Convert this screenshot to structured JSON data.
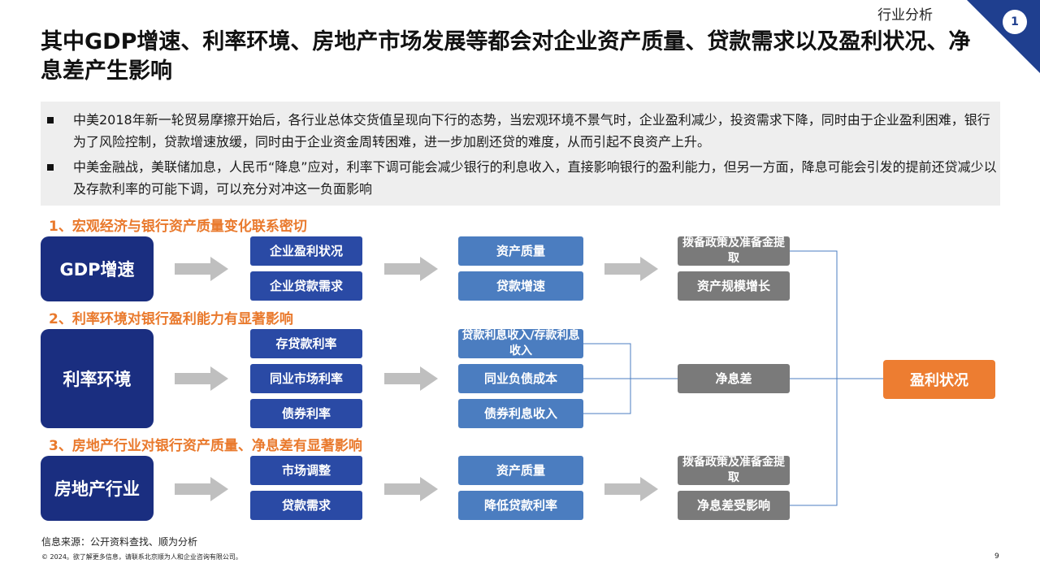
{
  "header": {
    "section": "行业分析",
    "badge": "1"
  },
  "title": "其中GDP增速、利率环境、房地产市场发展等都会对企业资产质量、贷款需求以及盈利状况、净息差产生影响",
  "bullets": [
    "中美2018年新一轮贸易摩擦开始后，各行业总体交货值呈现向下行的态势，当宏观环境不景气时，企业盈利减少，投资需求下降，同时由于企业盈利困难，银行为了风险控制，贷款增速放缓，同时由于企业资金周转困难，进一步加剧还贷的难度，从而引起不良资产上升。",
    "中美金融战，美联储加息，人民币“降息”应对，利率下调可能会减少银行的利息收入，直接影响银行的盈利能力，但另一方面，降息可能会引发的提前还贷减少以及存款利率的可能下调，可以充分对冲这一负面影响"
  ],
  "sections": [
    {
      "heading": "1、宏观经济与银行资产质量变化联系密切",
      "driver": "GDP增速",
      "col1": [
        "企业盈利状况",
        "企业贷款需求"
      ],
      "col2": [
        "资产质量",
        "贷款增速"
      ],
      "col3": [
        "拨备政策及准备金提取",
        "资产规模增长"
      ]
    },
    {
      "heading": "2、利率环境对银行盈利能力有显著影响",
      "driver": "利率环境",
      "col1": [
        "存贷款利率",
        "同业市场利率",
        "债券利率"
      ],
      "col2": [
        "贷款利息收入/存款利息收入",
        "同业负债成本",
        "债券利息收入"
      ],
      "col3": [
        "净息差"
      ]
    },
    {
      "heading": "3、房地产行业对银行资产质量、净息差有显著影响",
      "driver": "房地产行业",
      "col1": [
        "市场调整",
        "贷款需求"
      ],
      "col2": [
        "资产质量",
        "降低贷款利率"
      ],
      "col3": [
        "拨备政策及准备金提取",
        "净息差受影响"
      ]
    }
  ],
  "result": "盈利状况",
  "footer": {
    "source": "信息来源：公开资料查找、顺为分析",
    "copyright": "© 2024。欲了解更多信息，请联系北京顺为人和企业咨询有限公司。",
    "page": "9"
  },
  "colors": {
    "navy": "#1a2e80",
    "blue": "#2a4aa5",
    "light_blue": "#4b7dc0",
    "grey": "#7a7a7a",
    "orange": "#ed7d31",
    "line": "#4b7dc0"
  }
}
